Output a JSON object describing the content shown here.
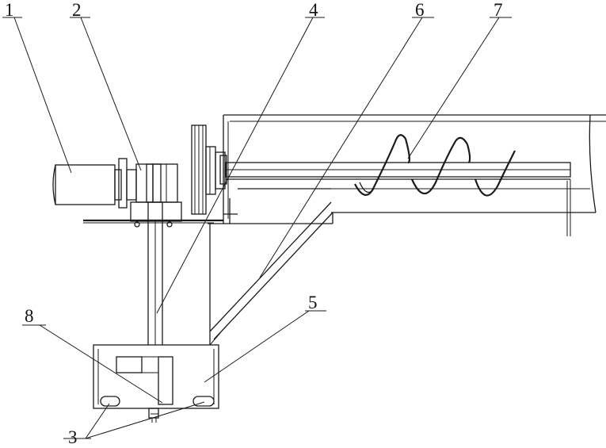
{
  "labels": [
    {
      "id": "1",
      "text": "1"
    },
    {
      "id": "2",
      "text": "2"
    },
    {
      "id": "3",
      "text": "3"
    },
    {
      "id": "4",
      "text": "4"
    },
    {
      "id": "5",
      "text": "5"
    },
    {
      "id": "6",
      "text": "6"
    },
    {
      "id": "7",
      "text": "7"
    },
    {
      "id": "8",
      "text": "8"
    }
  ],
  "line_color": "#1a1a1a",
  "background": "#ffffff"
}
